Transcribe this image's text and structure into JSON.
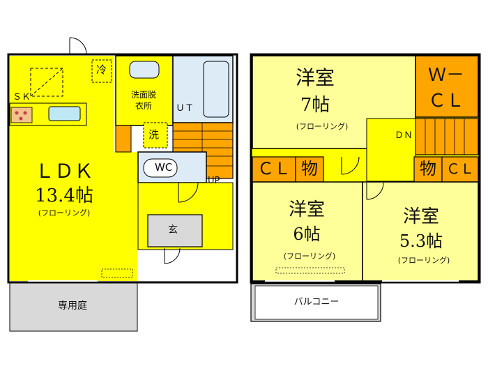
{
  "colors": {
    "room_yellow": "#FFFF00",
    "bedroom_yellow": "#FFFF99",
    "storage_orange": "#FFA500",
    "bath_blue": "#DDEBF6",
    "entry_gray": "#D9D9D9",
    "yard_gray": "#D9D9D9",
    "wall": "#000000"
  },
  "floor1": {
    "ldk": {
      "name": "ＬＤＫ",
      "size": "13.4帖",
      "floor": "(フローリング)"
    },
    "refrigerator": "冷",
    "sink": "ＳＫ",
    "washroom": {
      "line1": "洗面脱",
      "line2": "衣所"
    },
    "washer": "洗",
    "bath": "ＵＴ",
    "toilet": "WC",
    "stairs": "UP",
    "entrance": "玄",
    "yard": "専用庭"
  },
  "floor2": {
    "bedroom_main": {
      "name": "洋室",
      "size": "7帖",
      "floor": "(フローリング)"
    },
    "wcl": {
      "line1": "Ｗ－",
      "line2": "ＣＬ"
    },
    "stairs": "ＤＮ",
    "closet_cl_1": "ＣＬ",
    "closet_mono_1": "物",
    "closet_mono_2": "物",
    "closet_cl_2": "ＣＬ",
    "bedroom_left": {
      "name": "洋室",
      "size": "6帖",
      "floor": "(フローリング)"
    },
    "bedroom_right": {
      "name": "洋室",
      "size": "5.3帖",
      "floor": "(フローリング)"
    },
    "balcony": "バルコニー"
  }
}
